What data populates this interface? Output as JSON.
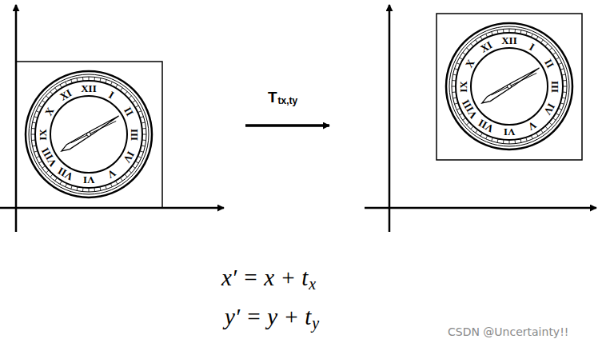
{
  "diagram": {
    "labels": [
      "T",
      "tx,ty",
      "x′ = x + t",
      "x",
      "y′ = y + t",
      "y",
      "XII",
      "I",
      "II",
      "III",
      "IV",
      "V",
      "VI",
      "VII",
      "VIII",
      "IX",
      "X",
      "XI",
      "XII",
      "I",
      "II",
      "III",
      "IV",
      "V",
      "VI",
      "VII",
      "VIII",
      "IX",
      "X",
      "XI",
      "CSDN @Uncertainty!!"
    ]
  }
}
